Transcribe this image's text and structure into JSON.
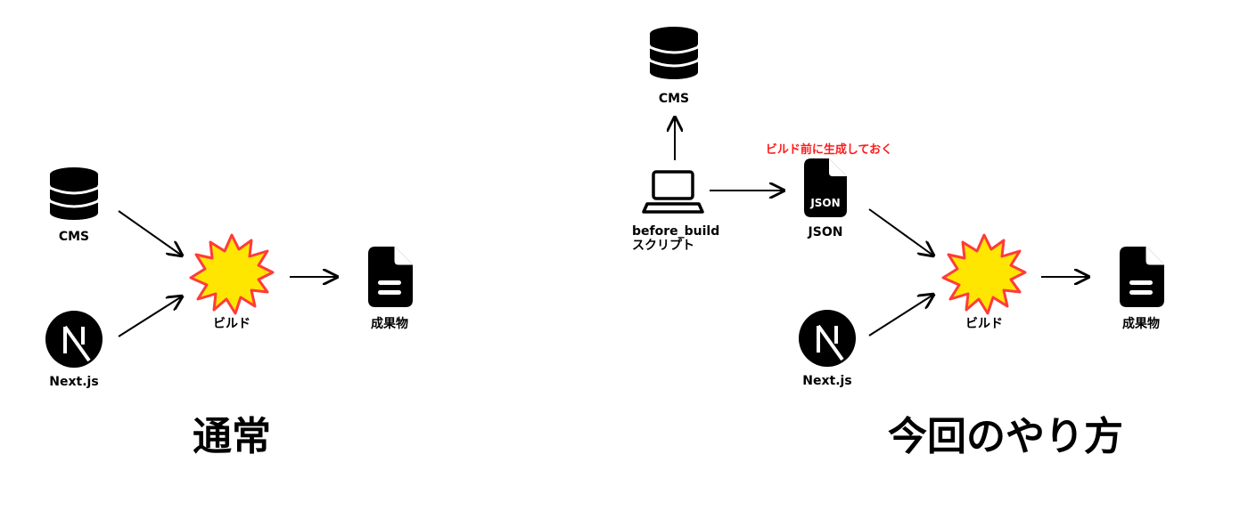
{
  "left": {
    "title": "通常",
    "nodes": {
      "cms": "CMS",
      "nextjs": "Next.js",
      "build": "ビルド",
      "output": "成果物"
    }
  },
  "right": {
    "title": "今回のやり方",
    "note": "ビルド前に生成しておく",
    "nodes": {
      "cms": "CMS",
      "script_line1": "before_build",
      "script_line2": "スクリプト",
      "json": "JSON",
      "json_icon_text": "JSON",
      "nextjs": "Next.js",
      "build": "ビルド",
      "output": "成果物"
    }
  },
  "colors": {
    "icon": "#000000",
    "burst_fill": "#ffe600",
    "burst_stroke": "#ff3b3b",
    "note": "#ff1a1a"
  }
}
